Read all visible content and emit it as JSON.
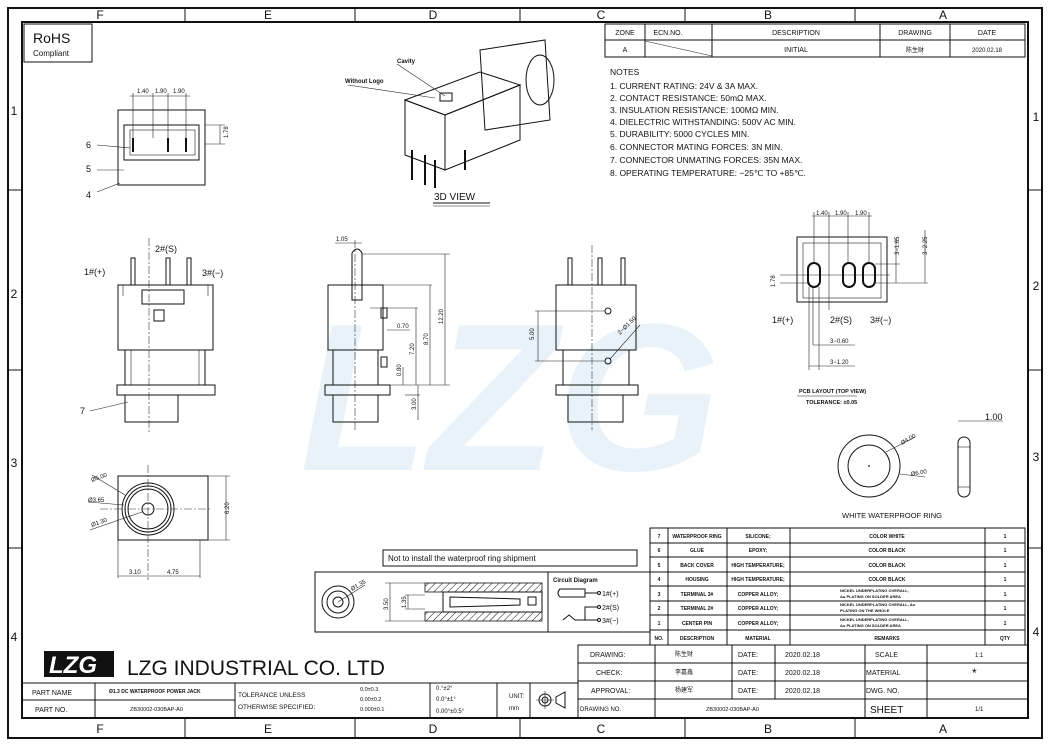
{
  "zones": {
    "columns": [
      "F",
      "E",
      "D",
      "C",
      "B",
      "A"
    ],
    "rows": [
      "1",
      "2",
      "3",
      "4"
    ]
  },
  "rohs": {
    "title": "RoHS",
    "subtitle": "Compliant"
  },
  "watermark": "LZG",
  "revision": {
    "headers": [
      "ZONE",
      "ECN.NO.",
      "DESCRIPTION",
      "DRAWING",
      "DATE"
    ],
    "row": {
      "zone": "A",
      "ecn": "",
      "description": "INITIAL",
      "drawing": "陈生财",
      "date": "2020.02.18"
    }
  },
  "notes": {
    "title": "NOTES",
    "items": [
      "1. CURRENT RATING: 24V & 3A MAX.",
      "2. CONTACT RESISTANCE: 50mΩ MAX.",
      "3. INSULATION RESISTANCE: 100MΩ MIN.",
      "4. DIELECTRIC WITHSTANDING: 500V AC MIN.",
      "5. DURABILITY: 5000 CYCLES MIN.",
      "6. CONNECTOR MATING FORCES: 3N MIN.",
      "7. CONNECTOR UNMATING FORCES: 35N MAX.",
      "8. OPERATING TEMPERATURE: −25℃ TO +85℃."
    ]
  },
  "views": {
    "top": {
      "dims": [
        "1.40",
        "1.90",
        "1.90",
        "1.78"
      ],
      "callouts": [
        "6",
        "5",
        "4"
      ]
    },
    "iso": {
      "title": "3D VIEW",
      "cavity": "Cavity",
      "without_logo": "Without Logo"
    },
    "front": {
      "pin1": "1#(+)",
      "pin2": "2#(S)",
      "pin3": "3#(−)",
      "callout": "7"
    },
    "side": {
      "dims": [
        "1.05",
        "0.70",
        "7.20",
        "8.70",
        "12.20",
        "0.80",
        "3.00"
      ]
    },
    "back": {
      "dims": [
        "5.00",
        "2−Ø1.50"
      ]
    },
    "pcb": {
      "dims": [
        "1.40",
        "1.90",
        "1.90",
        "3−1.65",
        "3−2.25",
        "1.78",
        "3−0.60",
        "3−1.20"
      ],
      "pin1": "1#(+)",
      "pin2": "2#(S)",
      "pin3": "3#(−)",
      "title": "PCB LAYOUT (TOP VIEW)",
      "tolerance": "TOLERANCE: ±0.05"
    },
    "bottom": {
      "dims": [
        "Ø5.00",
        "Ø3.65",
        "Ø1.30",
        "6.20",
        "3.10",
        "4.75"
      ]
    },
    "ring": {
      "dims": [
        "Ø4.00",
        "Ø6.00",
        "1.00"
      ],
      "title": "WHITE WATERPROOF RING"
    },
    "section": {
      "note": "Not to install the waterproof ring shipment",
      "dims": [
        "Ø1.35",
        "3.50",
        "1.35"
      ],
      "circuit_title": "Circuit Diagram",
      "circuit_pins": [
        "1#(+)",
        "2#(S)",
        "3#(−)"
      ]
    }
  },
  "bom": {
    "header": {
      "no": "NO.",
      "description": "DESCRIPTION",
      "material": "MATERIAL",
      "remarks": "REMARKS",
      "qty": "QTY"
    },
    "rows": [
      {
        "no": "7",
        "description": "WATERPROOF RING",
        "material": "SILICONE;",
        "remarks": "COLOR WHITE",
        "remarks2": "",
        "qty": "1"
      },
      {
        "no": "6",
        "description": "GLUE",
        "material": "EPOXY;",
        "remarks": "COLOR BLACK",
        "remarks2": "",
        "qty": "1"
      },
      {
        "no": "5",
        "description": "BACK COVER",
        "material": "HIGH TEMPERATURE;",
        "remarks": "COLOR BLACK",
        "remarks2": "",
        "qty": "1"
      },
      {
        "no": "4",
        "description": "HOUSING",
        "material": "HIGH TEMPERATURE;",
        "remarks": "COLOR BLACK",
        "remarks2": "",
        "qty": "1"
      },
      {
        "no": "3",
        "description": "TERMINAL 3#",
        "material": "COPPER ALLOY;",
        "remarks": "NICKEL UNDERPLATING OVERALL,",
        "remarks2": "Au PLATING ON SOLDER AREA",
        "qty": "1"
      },
      {
        "no": "2",
        "description": "TERMINAL 2#",
        "material": "COPPER ALLOY;",
        "remarks": "NICKEL UNDERPLATING OVERALL, Au",
        "remarks2": "PLATING ON THE WHOLE",
        "qty": "1"
      },
      {
        "no": "1",
        "description": "CENTER PIN",
        "material": "COPPER ALLOY;",
        "remarks": "NICKEL UNDERPLATING OVERALL,",
        "remarks2": "Au PLATING ON SOLDER AREA",
        "qty": "1"
      }
    ]
  },
  "title_block": {
    "logo": "LZG",
    "company": "LZG INDUSTRIAL CO. LTD",
    "part_name_label": "PART NAME",
    "part_name": "Ø1.3 DC WATERPROOF POWER JACK",
    "part_no_label": "PART NO.",
    "part_no": "ZB30002-030BAP-A0",
    "tolerance_label1": "TOLERANCE UNLESS",
    "tolerance_label2": "OTHERWISE SPECIFIED:",
    "tol_linear": [
      "0.0±0.3",
      "0.00±0.2",
      "0.000±0.1"
    ],
    "tol_angular": [
      "0.°±2°",
      "0.0°±1°",
      "0.00°±0.5°"
    ],
    "unit_label": "UNIT:",
    "unit": "mm",
    "drawing_label": "DRAWING:",
    "drawing_by": "陈生财",
    "check_label": "CHECK:",
    "check_by": "李嘉鑫",
    "approval_label": "APPROVAL:",
    "approval_by": "杨建军",
    "date_label": "DATE:",
    "dates": [
      "2020.02.18",
      "2020.02.18",
      "2020.02.18"
    ],
    "scale_label": "SCALE",
    "scale": "1:1",
    "material_label": "MATERIAL",
    "material": "*",
    "dwg_no_label": "DWG. NO.",
    "dwg_no": "",
    "drawing_no_label": "DRAWING NO.",
    "drawing_no": "ZB30002-030BAP-A0",
    "sheet_label": "SHEET",
    "sheet": "1/1"
  }
}
